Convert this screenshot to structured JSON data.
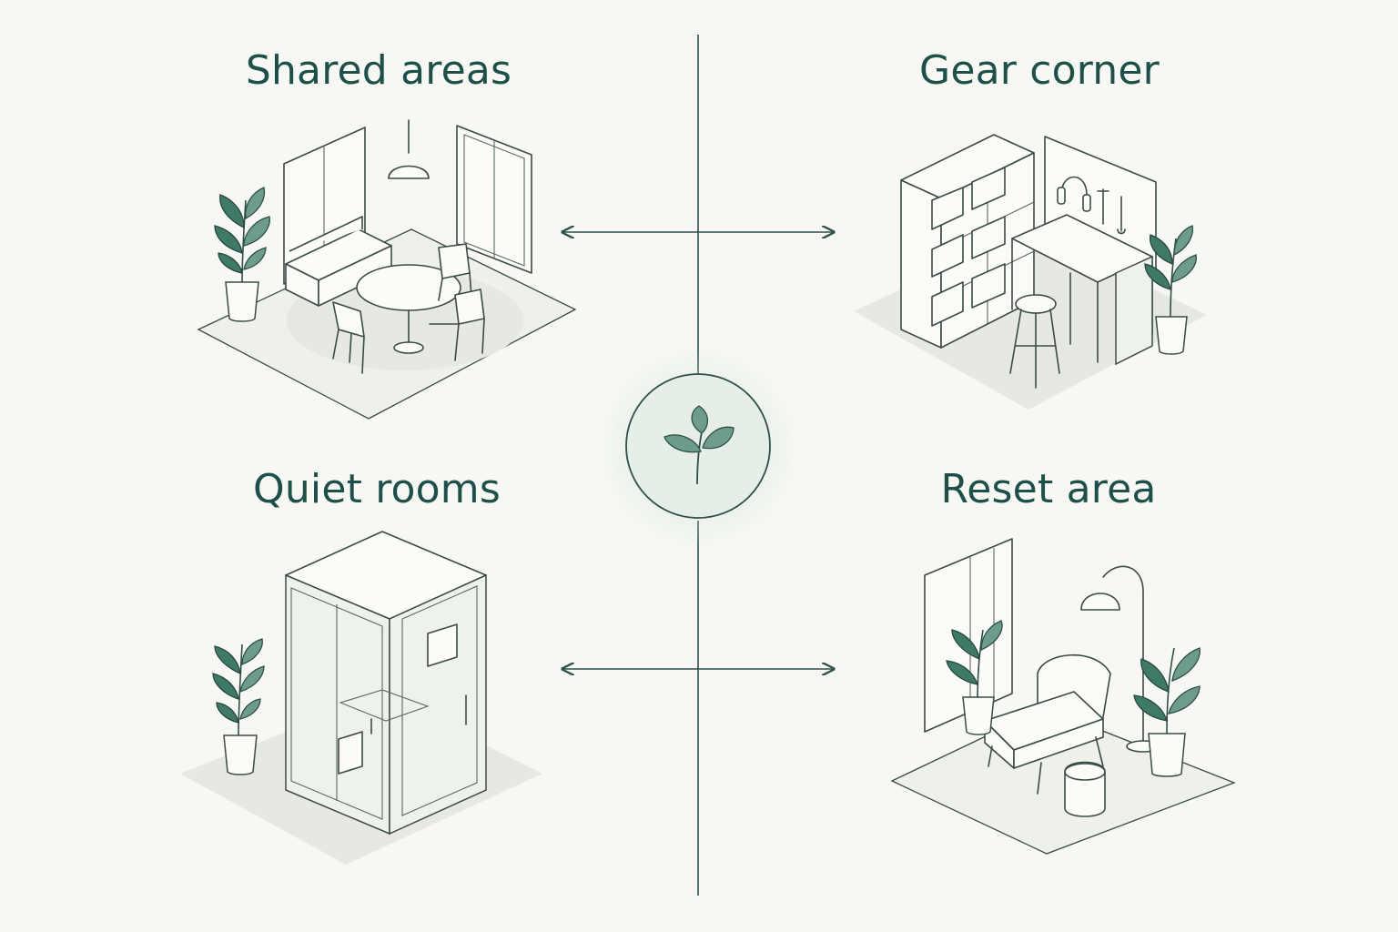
{
  "areas": {
    "shared": {
      "title": "Shared areas"
    },
    "gear": {
      "title": "Gear corner"
    },
    "quiet": {
      "title": "Quiet rooms"
    },
    "reset": {
      "title": "Reset area"
    }
  },
  "colors": {
    "background": "#f7f8f3",
    "title": "#1f4f49",
    "accent": "#3f7a68",
    "line": "#2f4e4a"
  },
  "center": {
    "icon": "sprout-icon"
  }
}
